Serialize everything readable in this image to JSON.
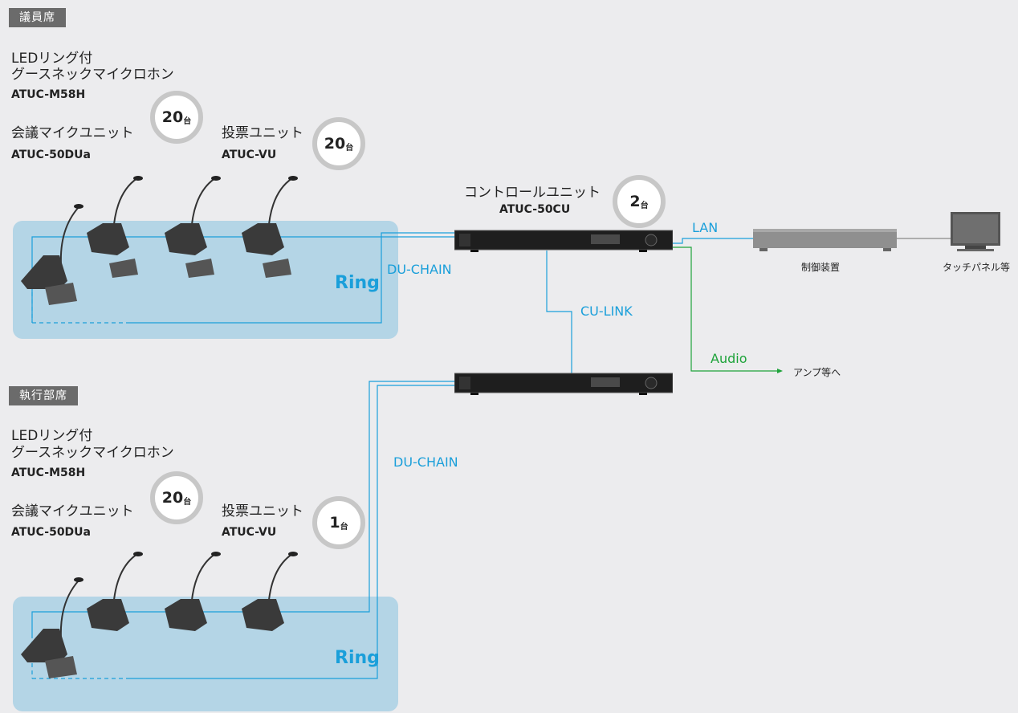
{
  "colors": {
    "chain": "#1a9fda",
    "audio": "#1ea33a",
    "ring_bg": "#b4d5e6",
    "tag_bg": "#6b6b6b"
  },
  "section1": {
    "tag": "議員席",
    "mic_name_line1": "LEDリング付",
    "mic_name_line2": "グースネックマイクロホン",
    "mic_model": "ATUC-M58H",
    "mic_count": "20",
    "unit_name": "会議マイクユニット",
    "unit_model": "ATUC-50DUa",
    "vote_name": "投票ユニット",
    "vote_model": "ATUC-VU",
    "vote_count": "20",
    "ring_label": "Ring"
  },
  "section2": {
    "tag": "執行部席",
    "mic_name_line1": "LEDリング付",
    "mic_name_line2": "グースネックマイクロホン",
    "mic_model": "ATUC-M58H",
    "mic_count": "20",
    "unit_name": "会議マイクユニット",
    "unit_model": "ATUC-50DUa",
    "vote_name": "投票ユニット",
    "vote_model": "ATUC-VU",
    "vote_count": "1",
    "ring_label": "Ring"
  },
  "counter_unit": "台",
  "control": {
    "name": "コントロールユニット",
    "model": "ATUC-50CU",
    "count": "2"
  },
  "connections": {
    "du_chain_1": "DU-CHAIN",
    "du_chain_2": "DU-CHAIN",
    "cu_link": "CU-LINK",
    "lan": "LAN",
    "audio": "Audio"
  },
  "devices": {
    "controller": "制御装置",
    "touch_panel": "タッチパネル等",
    "amp": "アンプ等へ"
  }
}
